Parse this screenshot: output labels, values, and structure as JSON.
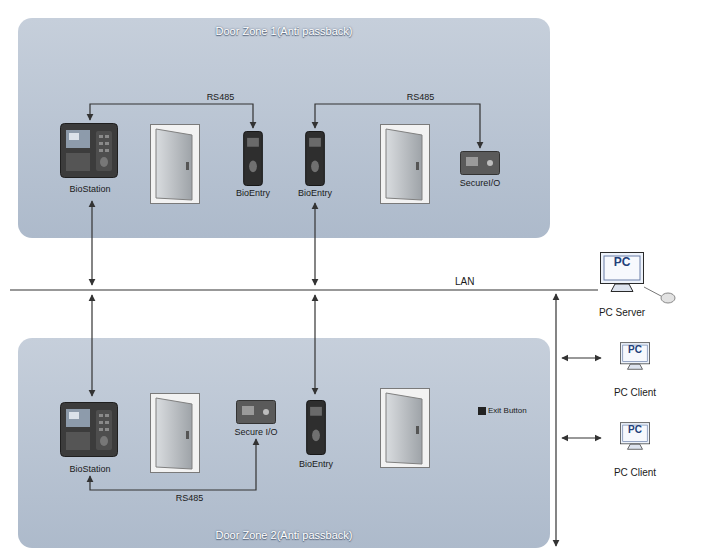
{
  "diagram": {
    "nodes": [
      {
        "text": [
          "Door Zone 1(Anti passback)"
        ]
      },
      {
        "text": [
          "BioStation"
        ],
        "in": 0
      },
      {
        "text": [
          "BioEntry"
        ],
        "in": 0
      },
      {
        "text": [
          "BioEntry"
        ],
        "in": 0
      },
      {
        "text": [
          "SecureI/O"
        ],
        "in": 0
      },
      {
        "text": [
          "Door Zone 2(Anti passback)"
        ]
      },
      {
        "text": [
          "BioStation"
        ],
        "in": 5
      },
      {
        "text": [
          "Secure I/O"
        ],
        "in": 5
      },
      {
        "text": [
          "BioEntry"
        ],
        "in": 5
      },
      {
        "text": [
          "Exit Button"
        ],
        "in": 5
      },
      {
        "text": [
          "PC",
          "PC Server"
        ]
      },
      {
        "text": [
          "PC",
          "PC Client"
        ]
      },
      {
        "text": [
          "PC",
          "PC Client"
        ]
      }
    ],
    "edges": [
      {
        "from": 1,
        "to": 2,
        "label": "RS485",
        "arrow": "both"
      },
      {
        "from": 3,
        "to": 4,
        "label": "RS485",
        "arrow": "both"
      },
      {
        "from": 6,
        "to": 7,
        "label": "RS485",
        "arrow": "both"
      }
    ],
    "labels": [
      "LAN"
    ]
  }
}
